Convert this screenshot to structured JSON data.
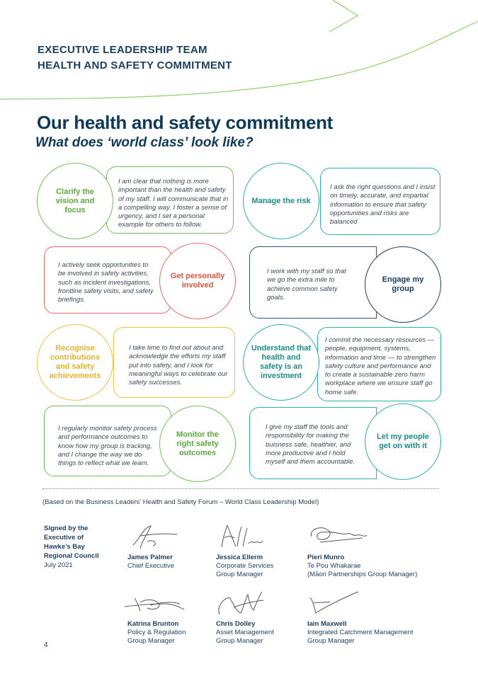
{
  "header": {
    "line1": "EXECUTIVE LEADERSHIP TEAM",
    "line2": "HEALTH AND SAFETY COMMITMENT"
  },
  "title": "Our health and safety commitment",
  "subtitle": "What does ‘world class’ look like?",
  "commitments": [
    {
      "label": "Clarify the vision and focus",
      "text": "I am clear that nothing is more important than the health and safety of my staff. I will communicate that in a compelling way. I foster a sense of urgency, and I set a personal example for others to follow.",
      "color": "#6fc05a"
    },
    {
      "label": "Manage the risk",
      "text": "I ask the right questions and I insist on timely, accurate, and impartial information to ensure that safety opportunities and risks are balanced",
      "color": "#2bb3a6"
    },
    {
      "label": "Get personally involved",
      "text": "I actively seek opportunities to be involved in safety activities, such as incident investigations, frontline safety visits, and safety briefings.",
      "color": "#ef6b5d"
    },
    {
      "label": "Engage my group",
      "text": "I work with my staff so that we go the extra mile to achieve common safety goals.",
      "color": "#1b3f67"
    },
    {
      "label": "Recognise contributions and safety achievements",
      "text": "I take time to find out about and acknowledge the efforts my staff put into safety, and I look for meaningful ways to celebrate our safety successes.",
      "color": "#f0c33c"
    },
    {
      "label": "Understand that health and safety is an investment",
      "text": "I commit the necessary resources — people, equipment, systems, information and time — to strengthen safety culture and performance and to create a sustainable zero harm workplace where we ensure staff go home safe.",
      "color": "#2bb3a6"
    },
    {
      "label": "Monitor the right safety outcomes",
      "text": "I regularly monitor safety process and performance outcomes to know how my group is tracking, and I change the way we do things to reflect what we learn.",
      "color": "#6fc05a"
    },
    {
      "label": "Let my people get on with it",
      "text": "I give my staff the tools and responsibility for making the buisness safe, healthier, and more productive and I hold myself and them accountable.",
      "color": "#2bb3a6"
    }
  ],
  "footnote": "(Based on the Business Leaders’ Health and Safety Forum – World Class Leadership Model)",
  "signed": {
    "lines": [
      "Signed by the",
      "Executive of",
      "Hawke’s Bay",
      "Regional Council"
    ],
    "date": "July 2021"
  },
  "signatories": [
    {
      "name": "James Palmer",
      "role1": "Chief Executive",
      "role2": ""
    },
    {
      "name": "Jessica Ellerm",
      "role1": "Corporate Services",
      "role2": "Group Manager"
    },
    {
      "name": "Pieri Munro",
      "role1": "Te Pou Whakarae",
      "role2": "(Māori Partnerships Group Manager)"
    },
    {
      "name": "Katrina Brunton",
      "role1": "Policy & Regulation",
      "role2": "Group Manager"
    },
    {
      "name": "Chris Dolley",
      "role1": "Asset Management",
      "role2": "Group Manager"
    },
    {
      "name": "Iain Maxwell",
      "role1": "Integrated Catchment Management",
      "role2": "Group Manager"
    }
  ],
  "page_number": "4"
}
